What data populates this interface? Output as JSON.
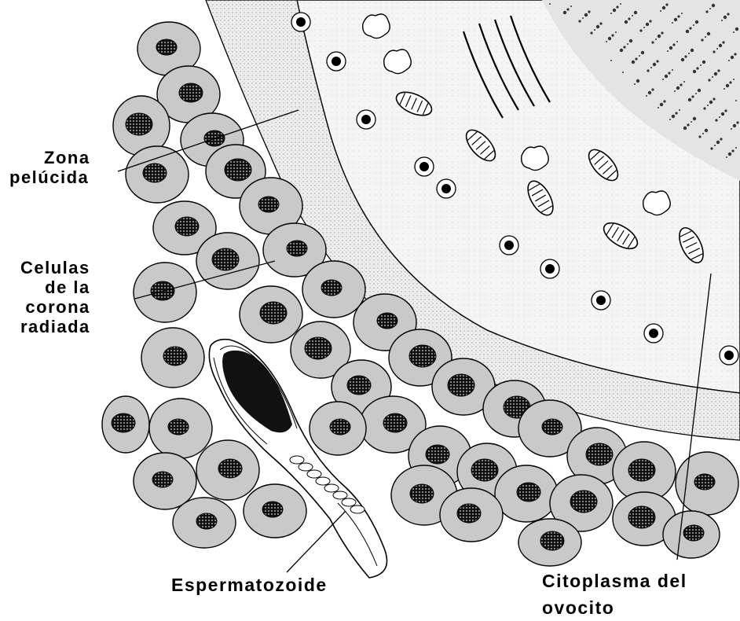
{
  "labels": {
    "zona": [
      "Zona",
      "pelúcida"
    ],
    "corona": [
      "Celulas",
      "de la",
      "corona",
      "radiada"
    ],
    "espermatozoide": "Espermatozoide",
    "citoplasma": [
      "Citoplasma del",
      "ovocito"
    ]
  },
  "colors": {
    "cell_fill": "#c9c9c9",
    "zona_fill": "#e6e6e6",
    "cytoplasm_fill": "#f2f2f2",
    "ink": "#000000",
    "background": "#ffffff"
  }
}
